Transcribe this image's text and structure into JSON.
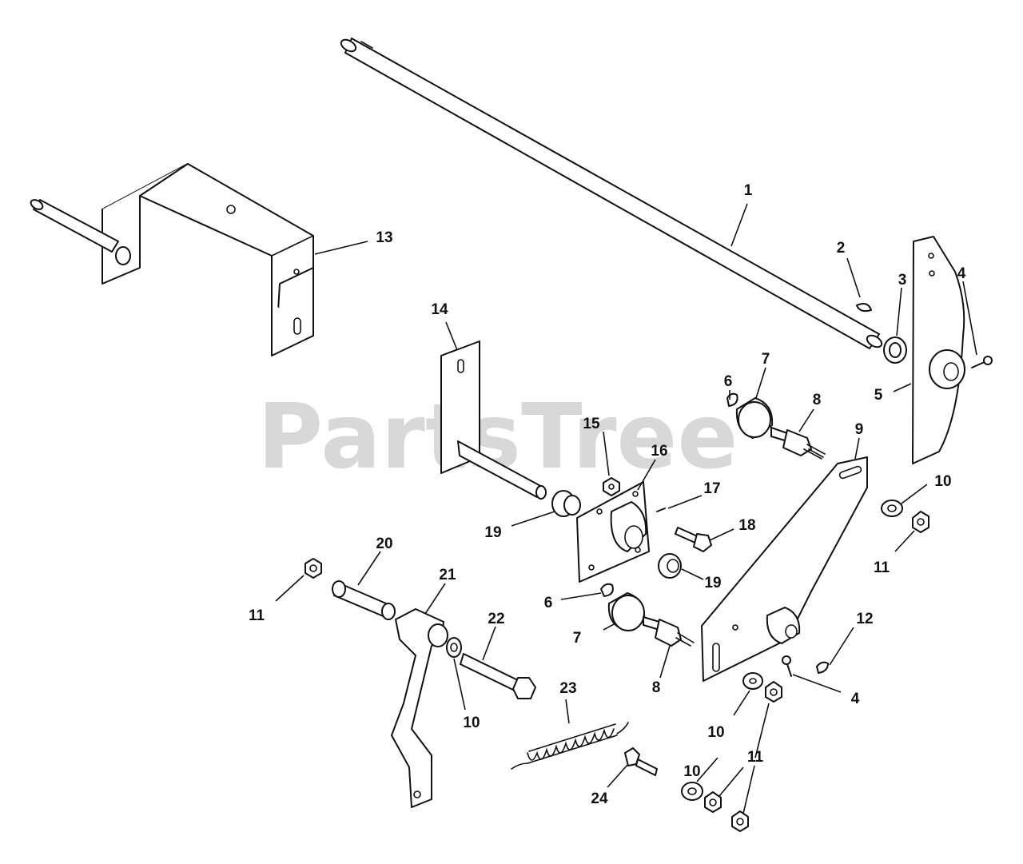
{
  "watermark": "PartsTree",
  "callouts": [
    {
      "id": "c1",
      "label": "1"
    },
    {
      "id": "c2",
      "label": "2"
    },
    {
      "id": "c3",
      "label": "3"
    },
    {
      "id": "c4a",
      "label": "4"
    },
    {
      "id": "c5",
      "label": "5"
    },
    {
      "id": "c6a",
      "label": "6"
    },
    {
      "id": "c7a",
      "label": "7"
    },
    {
      "id": "c8a",
      "label": "8"
    },
    {
      "id": "c9",
      "label": "9"
    },
    {
      "id": "c10a",
      "label": "10"
    },
    {
      "id": "c11a",
      "label": "11"
    },
    {
      "id": "c11b",
      "label": "11"
    },
    {
      "id": "c12",
      "label": "12"
    },
    {
      "id": "c13",
      "label": "13"
    },
    {
      "id": "c14",
      "label": "14"
    },
    {
      "id": "c15",
      "label": "15"
    },
    {
      "id": "c16",
      "label": "16"
    },
    {
      "id": "c17",
      "label": "17"
    },
    {
      "id": "c18",
      "label": "18"
    },
    {
      "id": "c19a",
      "label": "19"
    },
    {
      "id": "c19b",
      "label": "19"
    },
    {
      "id": "c20",
      "label": "20"
    },
    {
      "id": "c21",
      "label": "21"
    },
    {
      "id": "c22",
      "label": "22"
    },
    {
      "id": "c6b",
      "label": "6"
    },
    {
      "id": "c7b",
      "label": "7"
    },
    {
      "id": "c8b",
      "label": "8"
    },
    {
      "id": "c10b",
      "label": "10"
    },
    {
      "id": "c10c",
      "label": "10"
    },
    {
      "id": "c4b",
      "label": "4"
    },
    {
      "id": "c23",
      "label": "23"
    },
    {
      "id": "c24",
      "label": "24"
    },
    {
      "id": "c10d",
      "label": "10"
    },
    {
      "id": "c11c",
      "label": "11"
    }
  ]
}
